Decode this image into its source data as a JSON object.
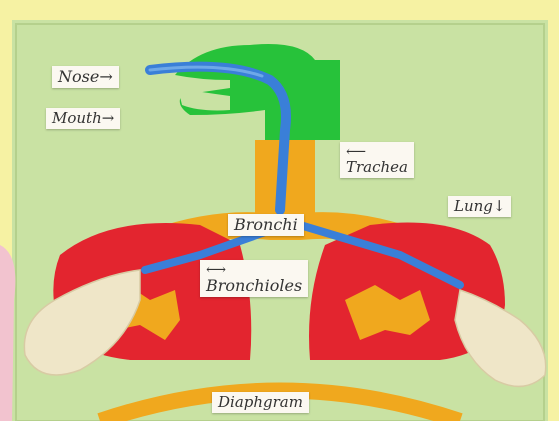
{
  "labels": {
    "nose": "Nose→",
    "mouth": "Mouth→",
    "trachea": "Trachea",
    "trachea_arrow": "⟵",
    "lung": "Lung↓",
    "bronchi": "Bronchi",
    "bronchioles": "Bronchioles",
    "bronchioles_arrow": "⟷",
    "diaphragm": "Diaphgram"
  },
  "colors": {
    "frame_bg": "#f6f2a3",
    "board": "#c9e2a3",
    "head": "#27c23a",
    "airway": "#f0a81e",
    "lung": "#e3252f",
    "straw": "#3a7fd8",
    "balloon": "#efe6c8"
  }
}
